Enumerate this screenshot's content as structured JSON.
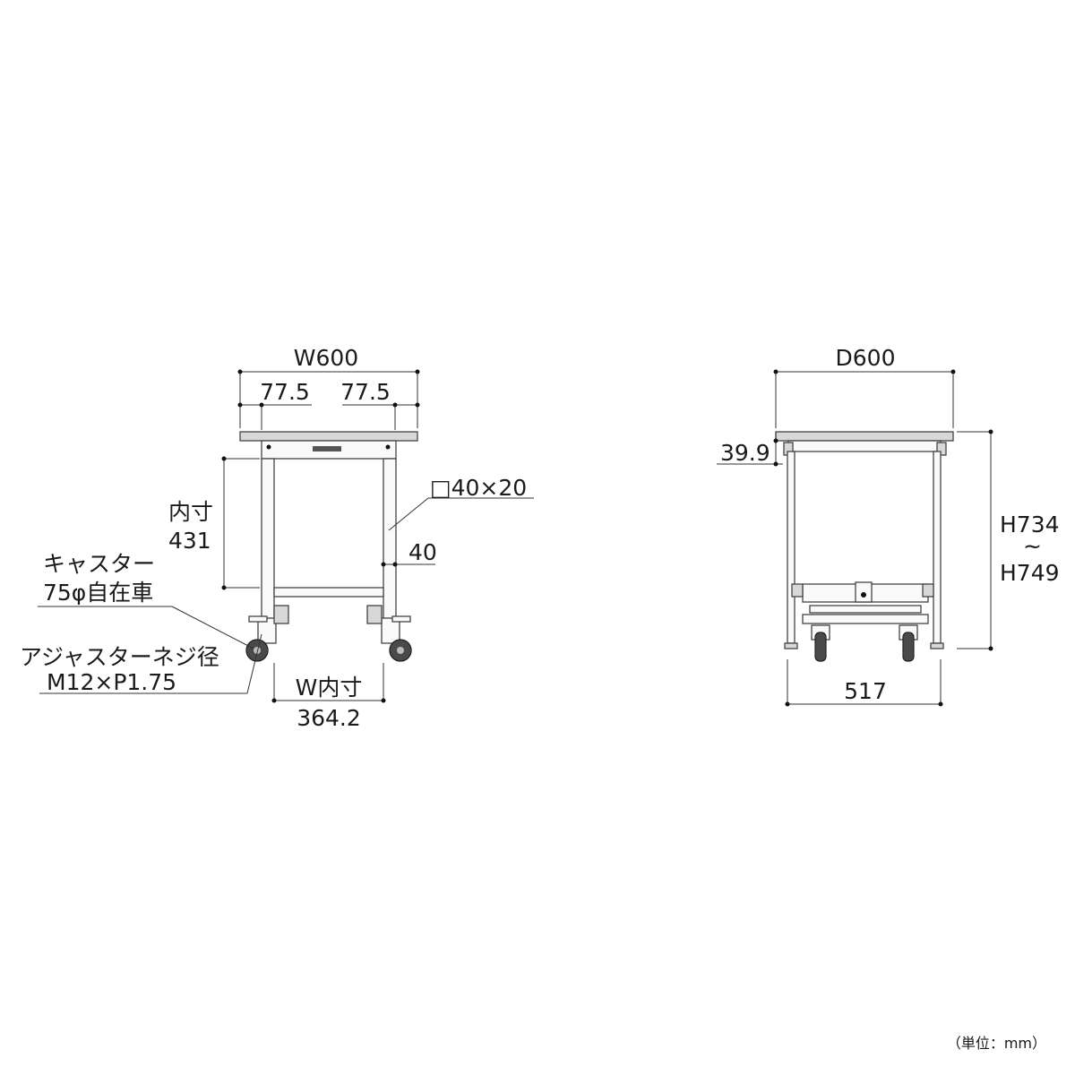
{
  "front": {
    "width": "W600",
    "left_overhang": "77.5",
    "right_overhang": "77.5",
    "pipe_section": "□40×20",
    "inner_height_label": "内寸",
    "inner_height_value": "431",
    "stretcher_height": "40",
    "caster_label_line1": "キャスター",
    "caster_label_line2": "75φ自在車",
    "adjuster_label_line1": "アジャスターネジ径",
    "adjuster_label_line2": "M12×P1.75",
    "inner_width_label": "W内寸",
    "inner_width_value": "364.2"
  },
  "side": {
    "depth": "D600",
    "apron_height": "39.9",
    "height_min": "H734",
    "height_range_mark": "~",
    "height_max": "H749",
    "leg_span": "517"
  },
  "unit_note": "（単位：mm）"
}
